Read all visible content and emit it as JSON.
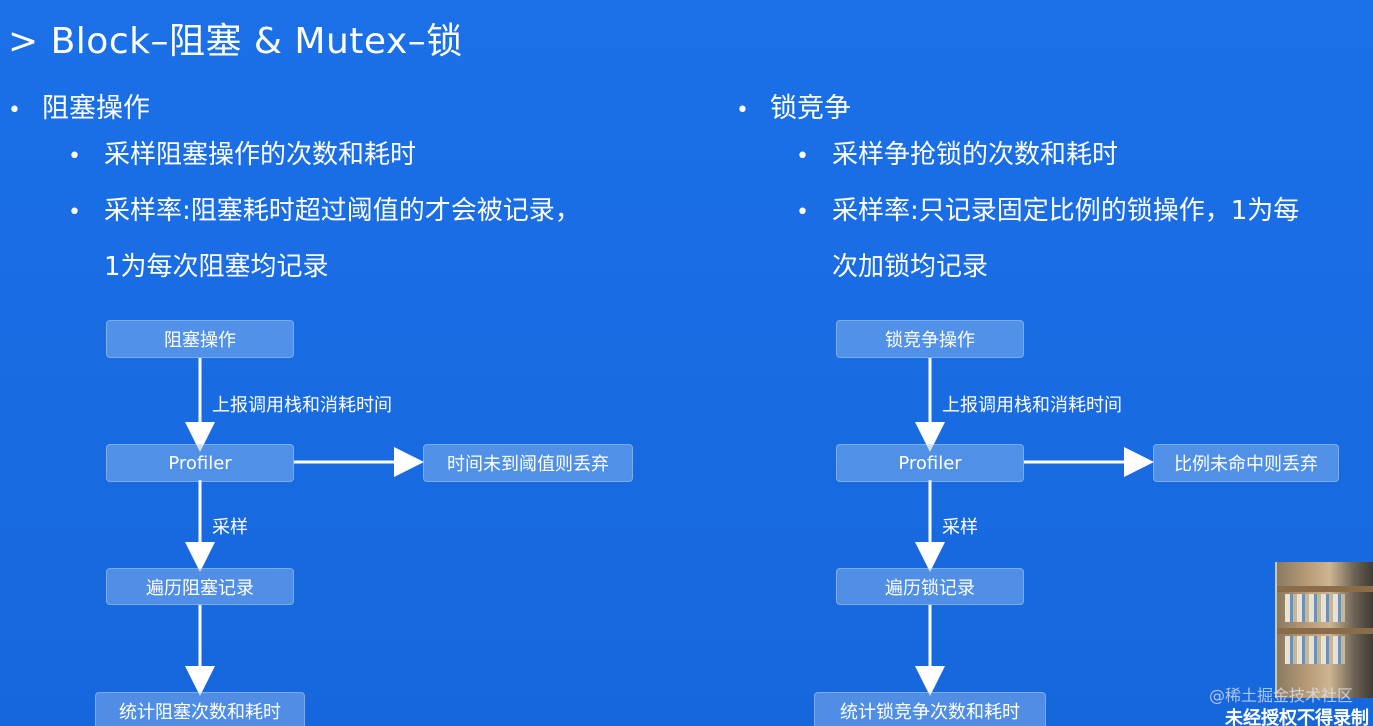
{
  "header": {
    "title": "> Block–阻塞 & Mutex–锁"
  },
  "left": {
    "heading": "阻塞操作",
    "items": [
      {
        "text": "采样阻塞操作的次数和耗时",
        "cont": ""
      },
      {
        "text": "采样率:阻塞耗时超过阈值的才会被记录，",
        "cont": "1为每次阻塞均记录"
      }
    ],
    "flow": {
      "n1": "阻塞操作",
      "e1": "上报调用栈和消耗时间",
      "n2": "Profiler",
      "side": "时间未到阈值则丢弃",
      "e2": "采样",
      "n3": "遍历阻塞记录",
      "n4": "统计阻塞次数和耗时"
    }
  },
  "right": {
    "heading": "锁竞争",
    "items": [
      {
        "text": "采样争抢锁的次数和耗时",
        "cont": ""
      },
      {
        "text": "采样率:只记录固定比例的锁操作，1为每",
        "cont": "次加锁均记录"
      }
    ],
    "flow": {
      "n1": "锁竞争操作",
      "e1": "上报调用栈和消耗时间",
      "n2": "Profiler",
      "side": "比例未命中则丢弃",
      "e2": "采样",
      "n3": "遍历锁记录",
      "n4": "统计锁竞争次数和耗时"
    }
  },
  "footer": {
    "watermark": "@稀土掘金技术社区",
    "notice": "未经授权不得录制"
  },
  "bullet_char": "•"
}
